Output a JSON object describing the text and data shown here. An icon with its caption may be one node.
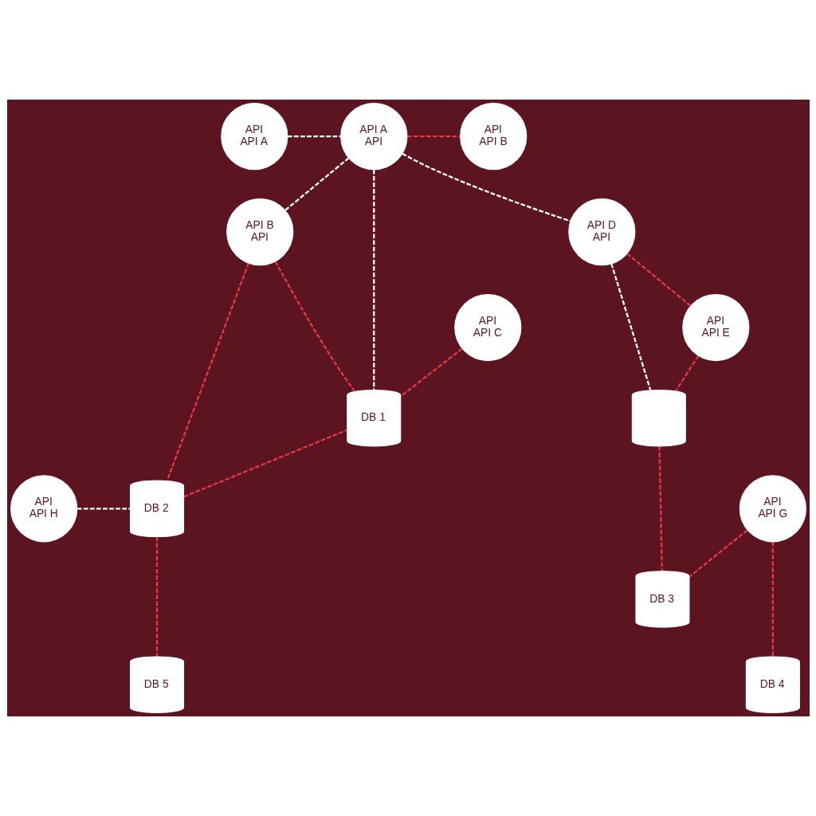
{
  "diagram": {
    "nodes": [
      {
        "text": [
          "API",
          "API A"
        ]
      },
      {
        "text": [
          "API A",
          "API"
        ]
      },
      {
        "text": [
          "API",
          "API B"
        ]
      },
      {
        "text": [
          "API B",
          "API"
        ]
      },
      {
        "text": [
          "API D",
          "API"
        ]
      },
      {
        "text": [
          "API",
          "API C"
        ]
      },
      {
        "text": [
          "API",
          "API E"
        ]
      },
      {
        "text": [
          "DB 1"
        ]
      },
      {
        "text": [],
        "shape": "cylinder"
      },
      {
        "text": [
          "API",
          "API H"
        ]
      },
      {
        "text": [
          "DB 2"
        ]
      },
      {
        "text": [
          "API",
          "API G"
        ]
      },
      {
        "text": [
          "DB 3"
        ]
      },
      {
        "text": [
          "DB 5"
        ]
      },
      {
        "text": [
          "DB 4"
        ]
      }
    ],
    "edges": [
      {
        "from": 0,
        "to": 1,
        "arrow": "none",
        "style": "dashed",
        "color": "#ffffff"
      },
      {
        "from": 1,
        "to": 2,
        "arrow": "none",
        "style": "dashed"
      },
      {
        "from": 1,
        "to": 3,
        "arrow": "none",
        "style": "dashed",
        "color": "#ffffff"
      },
      {
        "from": 1,
        "to": 7,
        "arrow": "none",
        "style": "dashed",
        "color": "#ffffff"
      },
      {
        "from": 1,
        "to": 4,
        "arrow": "none",
        "style": "dashed",
        "color": "#ffffff"
      },
      {
        "from": 3,
        "to": 10,
        "arrow": "none",
        "style": "dashed"
      },
      {
        "from": 3,
        "to": 7,
        "arrow": "none",
        "style": "dashed"
      },
      {
        "from": 5,
        "to": 7,
        "arrow": "none",
        "style": "dashed"
      },
      {
        "from": 4,
        "to": 6,
        "arrow": "none",
        "style": "dashed"
      },
      {
        "from": 4,
        "to": 8,
        "arrow": "none",
        "style": "dashed",
        "color": "#ffffff"
      },
      {
        "from": 6,
        "to": 8,
        "arrow": "none",
        "style": "dashed"
      },
      {
        "from": 10,
        "to": 7,
        "arrow": "none",
        "style": "dashed"
      },
      {
        "from": 9,
        "to": 10,
        "arrow": "none",
        "style": "dashed",
        "color": "#ffffff"
      },
      {
        "from": 10,
        "to": 13,
        "arrow": "none",
        "style": "dashed"
      },
      {
        "from": 8,
        "to": 12,
        "arrow": "none",
        "style": "dashed"
      },
      {
        "from": 11,
        "to": 12,
        "arrow": "none",
        "style": "dashed"
      },
      {
        "from": 11,
        "to": 14,
        "arrow": "none",
        "style": "dashed"
      }
    ]
  }
}
